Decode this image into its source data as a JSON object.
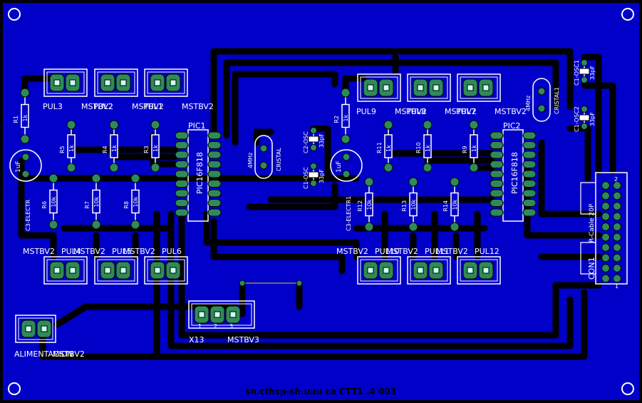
{
  "board": {
    "background": "#000000",
    "copper_color": "#0000c8",
    "trace_color": "#000000",
    "pad_color": "#2e8b57",
    "silk_color": "#ffffff",
    "ratsnest_color": "#d4d400",
    "footer_text": "sh.cthsp-sh.uuu ca CTT1 .4 003"
  },
  "pic_chips": [
    {
      "id": "pic1",
      "label": "PIC1",
      "part": "PIC16F818"
    },
    {
      "id": "pic2",
      "label": "PIC2",
      "part": "PIC16F818"
    }
  ],
  "top_connectors": [
    {
      "label": "PUL3",
      "label2": "MSTBV2"
    },
    {
      "label": "PUL2",
      "label2": "MSTBV2"
    },
    {
      "label": "PUL1",
      "label2": "MSTBV2"
    },
    {
      "label": "PUL9",
      "label2": "MSTBV2"
    },
    {
      "label": "PUL8",
      "label2": "MSTBV2"
    },
    {
      "label": "PUL7",
      "label2": "MSTBV2"
    }
  ],
  "bottom_connectors": [
    {
      "label": "MSTBV2",
      "label2": "PUL4"
    },
    {
      "label": "MSTBV2",
      "label2": "PUL5"
    },
    {
      "label": "MSTBV2",
      "label2": "PUL6"
    },
    {
      "label": "MSTBV2",
      "label2": "PUL10"
    },
    {
      "label": "MSTBV2",
      "label2": "PUL11"
    },
    {
      "label": "MSTBV2",
      "label2": "PUL12"
    }
  ],
  "resistors": [
    {
      "ref": "R1",
      "value": "1k"
    },
    {
      "ref": "R2",
      "value": "1k"
    },
    {
      "ref": "R3",
      "value": "1k"
    },
    {
      "ref": "R4",
      "value": "1k"
    },
    {
      "ref": "R5",
      "value": "1k"
    },
    {
      "ref": "R6",
      "value": "10k"
    },
    {
      "ref": "R7",
      "value": "10k"
    },
    {
      "ref": "R8",
      "value": "10k"
    },
    {
      "ref": "R9",
      "value": "1k"
    },
    {
      "ref": "R10",
      "value": "1k"
    },
    {
      "ref": "R11",
      "value": "1k"
    },
    {
      "ref": "R12",
      "value": "10k"
    },
    {
      "ref": "R13",
      "value": "10k"
    },
    {
      "ref": "R14",
      "value": "10k"
    }
  ],
  "crystals": [
    {
      "freq": "4MHz",
      "ref": "CRISTAL"
    },
    {
      "freq": "4MHz",
      "ref": "CRISTAL1"
    }
  ],
  "capacitors": [
    {
      "value": "33pF",
      "ref": "C2-OSC"
    },
    {
      "value": "33pF",
      "ref": "C1-OSC"
    },
    {
      "value": "33pF",
      "ref": "C1-OSC1"
    },
    {
      "value": "33pF",
      "ref": "C1-OSC2"
    }
  ],
  "electrolytics": [
    {
      "value": "1uF",
      "ref": "C3-ELECTR"
    },
    {
      "value": "1uF",
      "ref": "C3-ELECTR1"
    }
  ],
  "header": {
    "ref": "CON1",
    "part": "R-Cable 20P",
    "pin1": "1",
    "pin2": "2"
  },
  "power_connector": {
    "label": "ALIMENTACION",
    "label2": "MSTBV2"
  },
  "x13_connector": {
    "label": "X13",
    "label2": "MSTBV3",
    "pins": [
      "1",
      "2",
      "3"
    ]
  }
}
